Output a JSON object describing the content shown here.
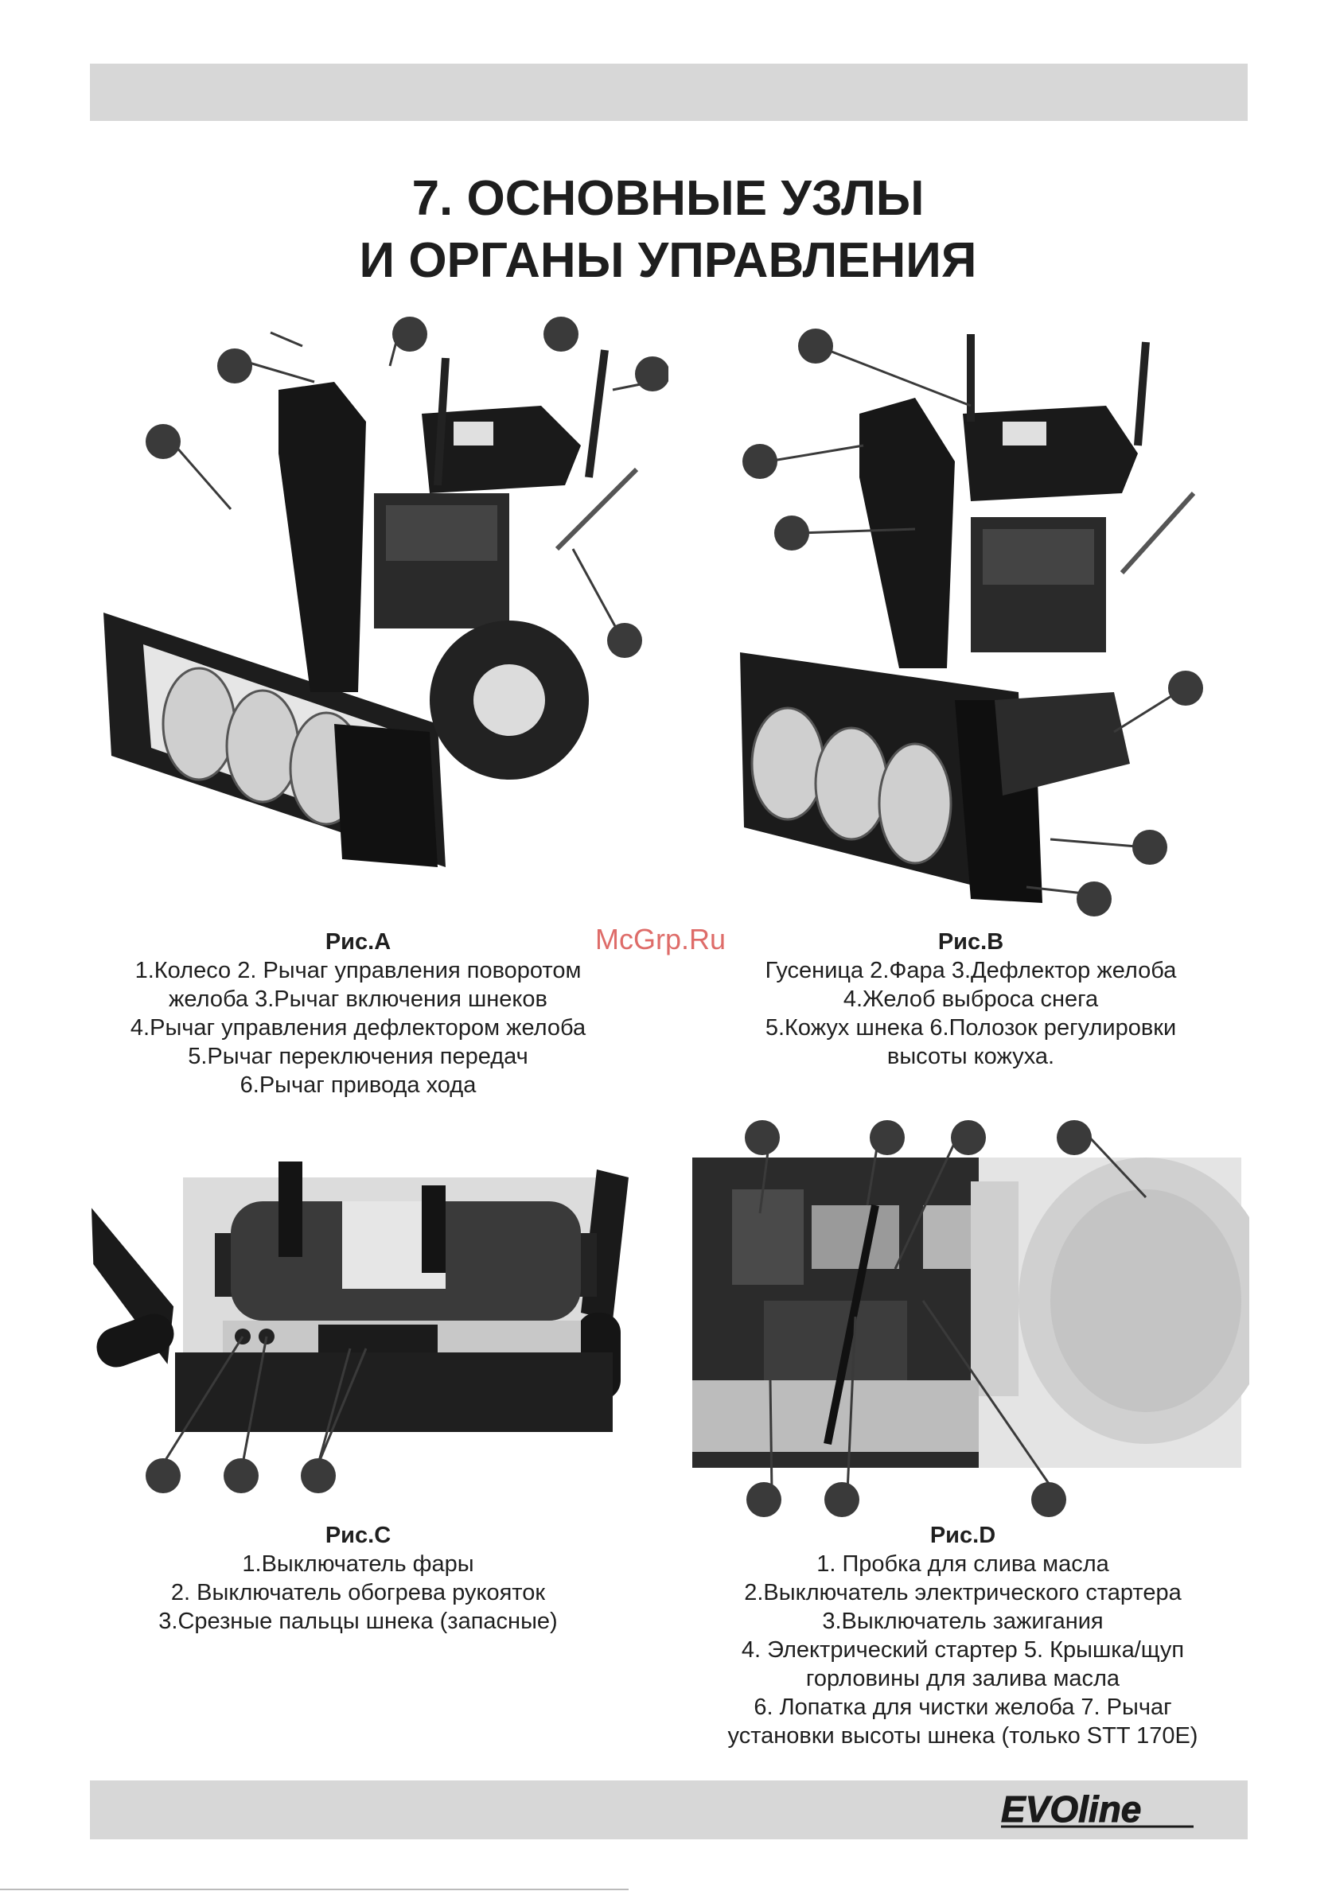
{
  "header": {
    "title_line1": "7. ОСНОВНЫЕ УЗЛЫ",
    "title_line2": "И ОРГАНЫ УПРАВЛЕНИЯ"
  },
  "watermark": "McGrp.Ru",
  "figures": {
    "a": {
      "title": "Рис.A",
      "lines": [
        "1.Колесо 2. Рычаг управления поворотом",
        "желоба 3.Рычаг включения шнеков",
        "4.Рычаг управления дефлектором желоба",
        "5.Рычаг переключения передач",
        "6.Рычаг привода хода"
      ]
    },
    "b": {
      "title": "Рис.B",
      "lines": [
        "Гусеница   2.Фара  3.Дефлектор желоба",
        "4.Желоб выброса снега",
        "5.Кожух шнека  6.Полозок регулировки",
        "высоты кожуха."
      ]
    },
    "c": {
      "title": "Рис.C",
      "lines": [
        "1.Выключатель фары",
        "2. Выключатель обогрева рукояток",
        "3.Срезные пальцы шнека (запасные)"
      ]
    },
    "d": {
      "title": "Рис.D",
      "lines": [
        "1. Пробка для слива масла",
        "2.Выключатель электрического стартера",
        "3.Выключатель зажигания",
        "4. Электрический стартер 5. Крышка/щуп",
        "горловины для залива масла",
        "6. Лопатка для чистки желоба 7. Рычаг",
        "установки высоты шнека (только STT  170E)"
      ]
    }
  },
  "logo": {
    "text": "EVOline",
    "color": "#1a1a1a"
  }
}
